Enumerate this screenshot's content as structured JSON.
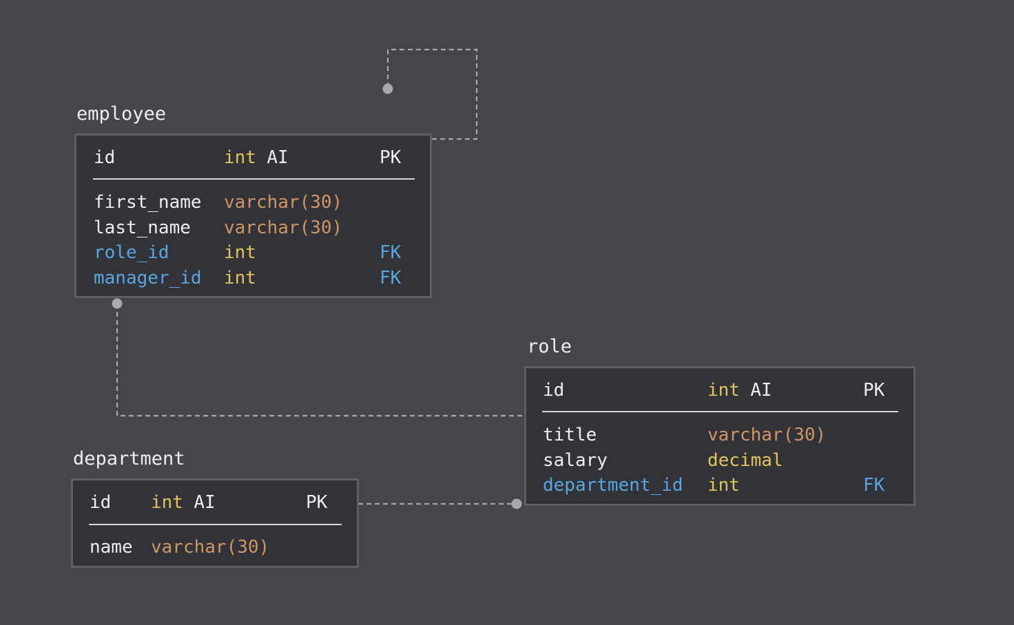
{
  "colors": {
    "background": "#45464c",
    "table_fill": "#323338",
    "table_border": "#5e5f64",
    "text": "#eeeeee",
    "type_int": "#e1c45c",
    "type_text": "#d09561",
    "foreign_key": "#58a6e0",
    "connector": "#a9a9ad",
    "divider": "#d8d8d8"
  },
  "tables": {
    "employee": {
      "name": "employee",
      "primary": {
        "name": "id",
        "type": "int",
        "extra": "AI",
        "key": "PK"
      },
      "columns": [
        {
          "name": "first_name",
          "type": "varchar(30)",
          "key": ""
        },
        {
          "name": "last_name",
          "type": "varchar(30)",
          "key": ""
        },
        {
          "name": "role_id",
          "type": "int",
          "key": "FK"
        },
        {
          "name": "manager_id",
          "type": "int",
          "key": "FK"
        }
      ]
    },
    "role": {
      "name": "role",
      "primary": {
        "name": "id",
        "type": "int",
        "extra": "AI",
        "key": "PK"
      },
      "columns": [
        {
          "name": "title",
          "type": "varchar(30)",
          "key": ""
        },
        {
          "name": "salary",
          "type": "decimal",
          "key": ""
        },
        {
          "name": "department_id",
          "type": "int",
          "key": "FK"
        }
      ]
    },
    "department": {
      "name": "department",
      "primary": {
        "name": "id",
        "type": "int",
        "extra": "AI",
        "key": "PK"
      },
      "columns": [
        {
          "name": "name",
          "type": "varchar(30)",
          "key": ""
        }
      ]
    }
  },
  "relationships": [
    {
      "from": "employee.manager_id",
      "to": "employee.id"
    },
    {
      "from": "employee.role_id",
      "to": "role.id"
    },
    {
      "from": "role.department_id",
      "to": "department.id"
    }
  ]
}
